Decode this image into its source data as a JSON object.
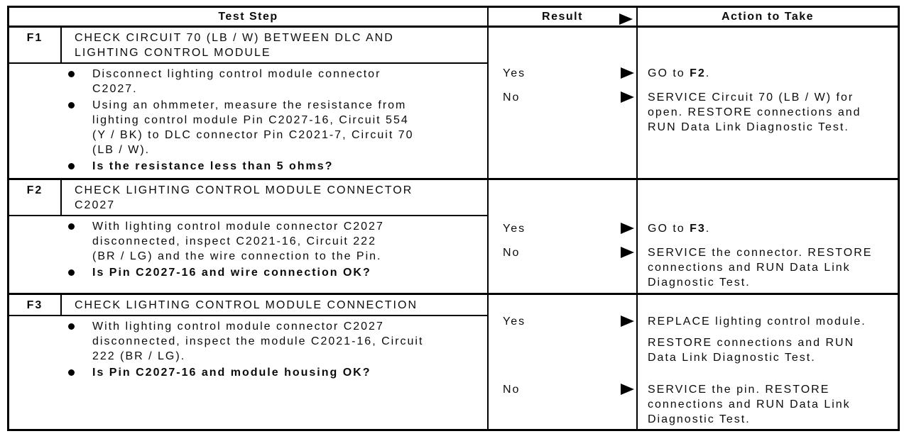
{
  "table": {
    "headers": {
      "test_step": "Test Step",
      "result": "Result",
      "action": "Action to Take"
    },
    "rows": [
      {
        "step": "F1",
        "title_lines": [
          "CHECK CIRCUIT 70 (LB / W) BETWEEN DLC AND",
          "LIGHTING CONTROL MODULE"
        ],
        "bullets": [
          {
            "lines": [
              "Disconnect lighting control module connector",
              "C2027."
            ]
          },
          {
            "lines": [
              "Using an ohmmeter, measure the resistance from",
              "lighting control module Pin C2027-16, Circuit 554",
              "(Y / BK) to DLC connector Pin C2021-7, Circuit 70",
              "(LB / W)."
            ]
          },
          {
            "lines": [
              "Is the resistance less than 5 ohms?"
            ]
          }
        ],
        "pairs": [
          {
            "label": "Yes",
            "action_pre": "GO to ",
            "action_ref": "F2",
            "action_post": "."
          },
          {
            "label": "No",
            "action_lines": [
              "SERVICE Circuit 70 (LB / W) for",
              "open. RESTORE connections and",
              "RUN Data Link Diagnostic Test."
            ]
          }
        ]
      },
      {
        "step": "F2",
        "title_lines": [
          "CHECK LIGHTING CONTROL MODULE CONNECTOR",
          "C2027"
        ],
        "bullets": [
          {
            "lines": [
              "With lighting control module connector C2027",
              "disconnected, inspect C2021-16, Circuit 222",
              "(BR / LG) and the wire connection to the Pin."
            ]
          },
          {
            "lines": [
              "Is Pin C2027-16 and wire connection OK?"
            ]
          }
        ],
        "pairs": [
          {
            "label": "Yes",
            "action_pre": "GO to ",
            "action_ref": "F3",
            "action_post": "."
          },
          {
            "label": "No",
            "action_lines": [
              "SERVICE the connector. RESTORE",
              "connections and RUN Data Link",
              "Diagnostic Test."
            ]
          }
        ]
      },
      {
        "step": "F3",
        "title_lines": [
          "CHECK LIGHTING CONTROL MODULE CONNECTION"
        ],
        "bullets": [
          {
            "lines": [
              "With lighting control module connector C2027",
              "disconnected, inspect the module C2021-16, Circuit",
              "222 (BR / LG)."
            ]
          },
          {
            "lines": [
              "Is Pin C2027-16 and module housing OK?"
            ]
          }
        ],
        "pairs": [
          {
            "label": "Yes",
            "action_lines": [
              "REPLACE lighting control module.",
              "RESTORE connections and RUN",
              "Data Link Diagnostic Test."
            ]
          },
          {
            "label": "No",
            "action_lines": [
              "SERVICE the pin. RESTORE",
              "connections and RUN Data Link",
              "Diagnostic Test."
            ]
          }
        ]
      }
    ]
  }
}
